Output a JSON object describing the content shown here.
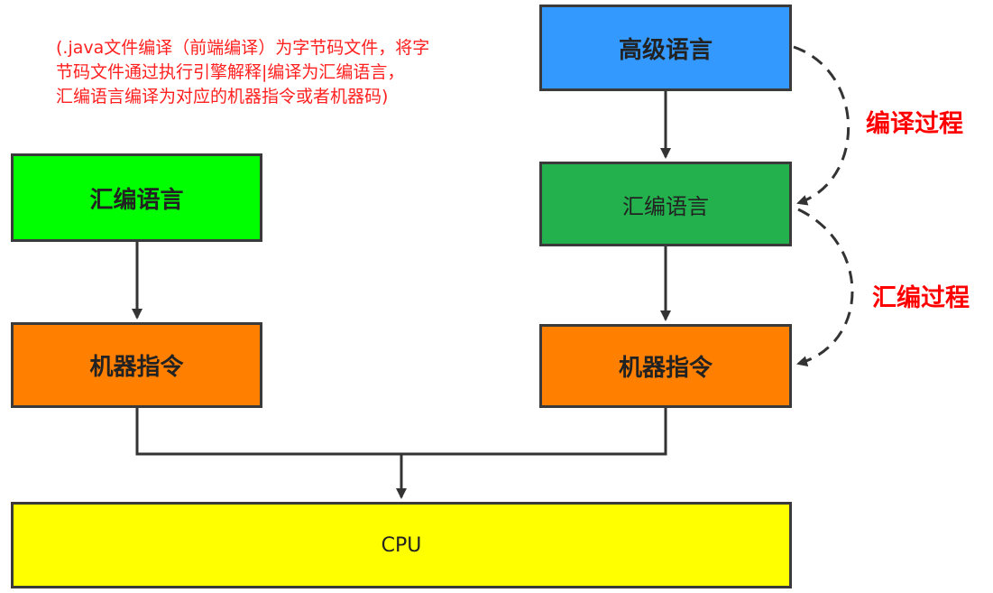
{
  "note": {
    "lines": [
      "(.java文件编译（前端编译）为字节码文件，将字",
      "节码文件通过执行引擎解释|编译为汇编语言，",
      "汇编语言编译为对应的机器指令或者机器码)"
    ]
  },
  "left_column": {
    "assembly": "汇编语言",
    "machine": "机器指令"
  },
  "right_column": {
    "high_level": "高级语言",
    "assembly": "汇编语言",
    "machine": "机器指令"
  },
  "cpu": "CPU",
  "process_labels": {
    "compile": "编译过程",
    "assemble": "汇编过程"
  },
  "colors": {
    "high_level": "#3399ff",
    "assembly_left": "#00ff00",
    "assembly_right": "#22b14c",
    "machine": "#ff7f00",
    "cpu": "#ffff00",
    "border": "#3a3a3a",
    "red_text": "#ff0000"
  }
}
